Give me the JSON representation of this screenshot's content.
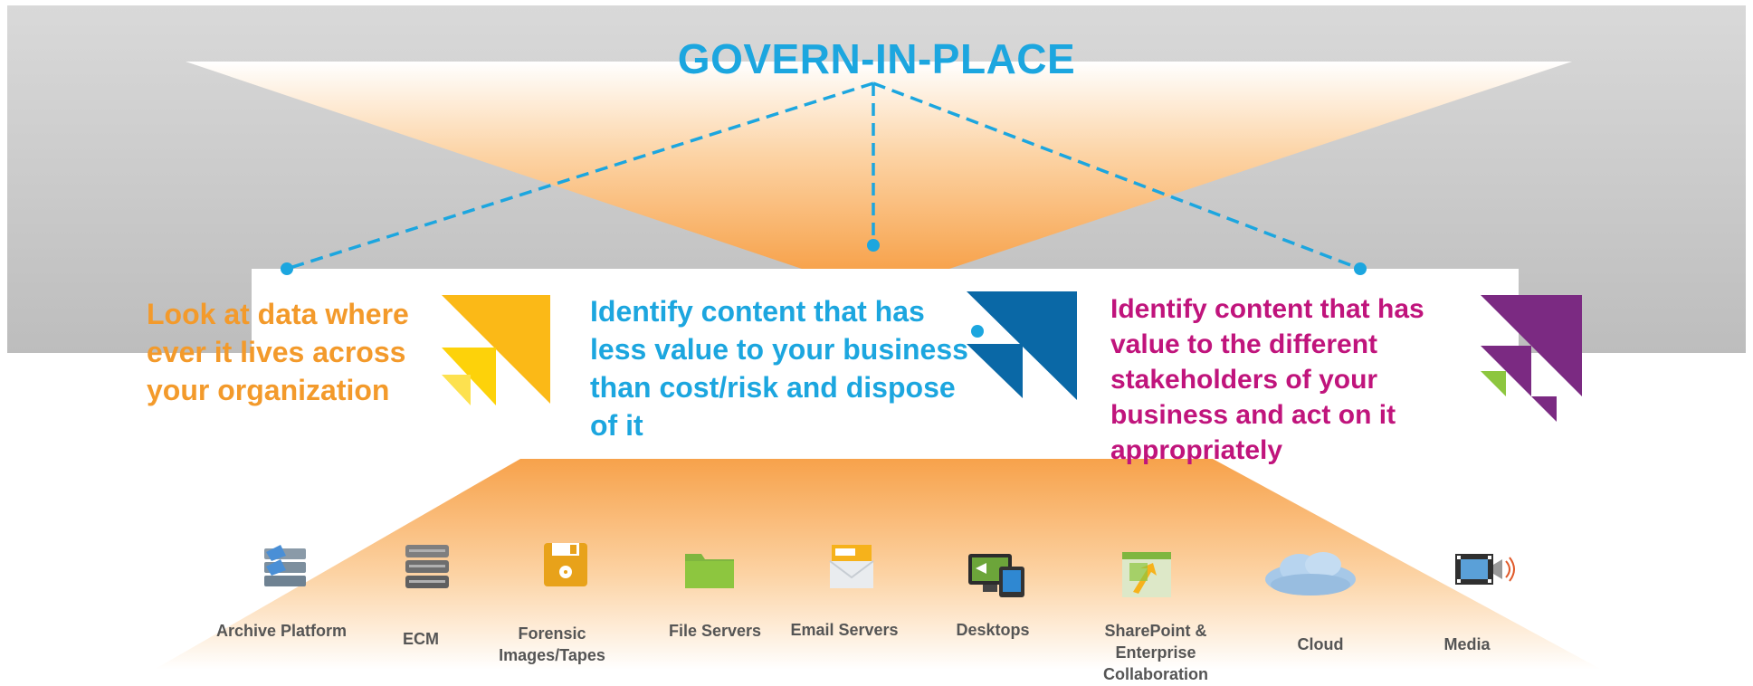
{
  "title": "GOVERN-IN-PLACE",
  "columns": [
    {
      "text": "Look at data where ever it lives across your organization",
      "color": "#f39a2b",
      "icon": "triangle-stack-icon"
    },
    {
      "text": "Identify content that has less value to your business than cost/risk and dispose of it",
      "color": "#1ca6df",
      "icon": "triangle-stack-icon"
    },
    {
      "text": "Identify content that has value to the different stakeholders of your business and act on it appropriately",
      "color": "#c0147c",
      "icon": "triangle-stack-icon"
    }
  ],
  "sources": [
    {
      "label": "Archive Platform",
      "icon": "archive-server-icon"
    },
    {
      "label": "ECM",
      "icon": "server-stack-icon"
    },
    {
      "label": "Forensic Images/Tapes",
      "icon": "floppy-disk-icon"
    },
    {
      "label": "File Servers",
      "icon": "folder-icon"
    },
    {
      "label": "Email Servers",
      "icon": "envelope-icon"
    },
    {
      "label": "Desktops",
      "icon": "desktop-icon"
    },
    {
      "label": "SharePoint & Enterprise Collaboration",
      "icon": "sharepoint-icon"
    },
    {
      "label": "Cloud",
      "icon": "cloud-icon"
    },
    {
      "label": "Media",
      "icon": "media-icon"
    }
  ],
  "colors": {
    "accent_blue": "#1ca6df",
    "orange": "#f39a2b",
    "magenta": "#c0147c",
    "dark_blue": "#0a68a6",
    "purple": "#7b2a82",
    "yellow": "#fbb917",
    "grey_band": "#cfcfcf"
  }
}
